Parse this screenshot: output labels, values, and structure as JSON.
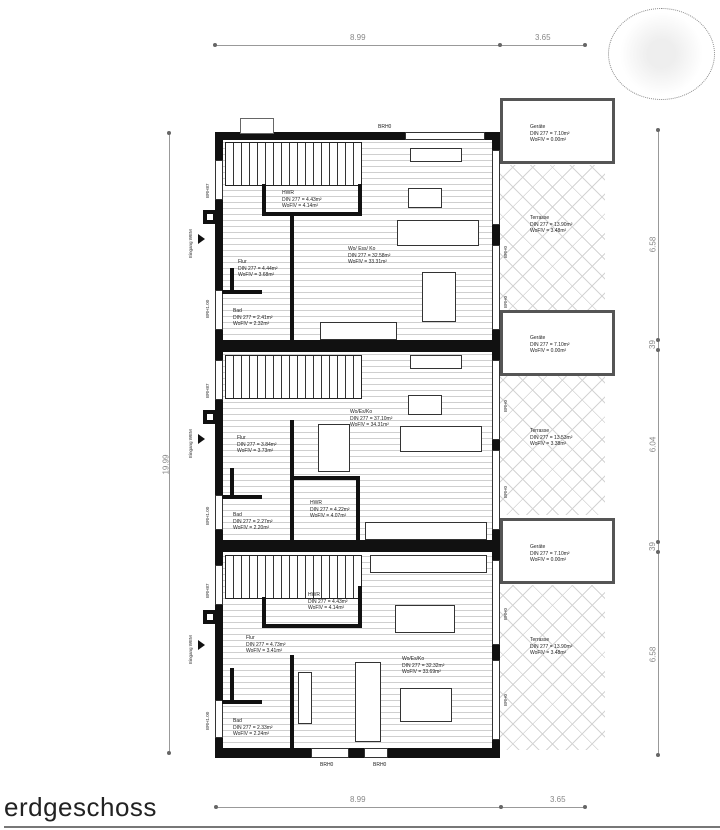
{
  "title": "erdgeschoss",
  "dimensions": {
    "top": {
      "left_width": "8.99",
      "right_width": "3.65"
    },
    "bottom": {
      "left_width": "8.99",
      "right_width": "3.65"
    },
    "left_total": "19.99",
    "right": [
      "6.58",
      "39",
      "6.04",
      "39",
      "6.58"
    ]
  },
  "wall_labels": {
    "brh0": "BRH0",
    "brh87": "BRH87",
    "brh100": "BRH1.00",
    "entrance": "Eingang WEM"
  },
  "units": [
    {
      "name": "unit-1",
      "rooms": [
        {
          "name": "HWR",
          "din": "DIN 277 = 4.43m²",
          "wofiv": "WoFlV = 4.14m²"
        },
        {
          "name": "Wo/ Ess/ Ko",
          "din": "DIN 277 = 32.58m²",
          "wofiv": "WoFlV = 33.31m²"
        },
        {
          "name": "Flur",
          "din": "DIN 277 = 4.44m²",
          "wofiv": "WoFlV = 3.68m²"
        },
        {
          "name": "Bad",
          "din": "DIN 277 = 2.41m²",
          "wofiv": "WoFlV = 2.32m²"
        }
      ],
      "outdoor": [
        {
          "name": "Geräte",
          "din": "DIN 277 = 7.10m²",
          "wofiv": "WoFlV = 0.00m²"
        },
        {
          "name": "Terrasse",
          "din": "DIN 277 = 13.90m²",
          "wofiv": "WoFlV = 3.48m²"
        }
      ]
    },
    {
      "name": "unit-2",
      "rooms": [
        {
          "name": "Wo/Es/Ko",
          "din": "DIN 277 = 37.10m²",
          "wofiv": "WoFlV = 34.31m²"
        },
        {
          "name": "Flur",
          "din": "DIN 277 = 3.84m²",
          "wofiv": "WoFlV = 3.73m²"
        },
        {
          "name": "HWR",
          "din": "DIN 277 = 4.22m²",
          "wofiv": "WoFlV = 4.07m²"
        },
        {
          "name": "Bad",
          "din": "DIN 277 = 2.27m²",
          "wofiv": "WoFlV = 2.20m²"
        }
      ],
      "outdoor": [
        {
          "name": "Geräte",
          "din": "DIN 277 = 7.10m²",
          "wofiv": "WoFlV = 0.00m²"
        },
        {
          "name": "Terrasse",
          "din": "DIN 277 = 13.53m²",
          "wofiv": "WoFlV = 3.38m²"
        }
      ]
    },
    {
      "name": "unit-3",
      "rooms": [
        {
          "name": "HWR",
          "din": "DIN 277 = 4.43m²",
          "wofiv": "WoFlV = 4.14m²"
        },
        {
          "name": "Flur",
          "din": "DIN 277 = 4.73m²",
          "wofiv": "WoFlV = 3.41m²"
        },
        {
          "name": "Wo/Es/Ko",
          "din": "DIN 277 = 32.32m²",
          "wofiv": "WoFlV = 33.69m²"
        },
        {
          "name": "Bad",
          "din": "DIN 277 = 2.33m²",
          "wofiv": "WoFlV = 2.24m²"
        }
      ],
      "outdoor": [
        {
          "name": "Geräte",
          "din": "DIN 277 = 7.10m²",
          "wofiv": "WoFlV = 0.00m²"
        },
        {
          "name": "Terrasse",
          "din": "DIN 277 = 13.90m²",
          "wofiv": "WoFlV = 3.48m²"
        }
      ]
    }
  ]
}
